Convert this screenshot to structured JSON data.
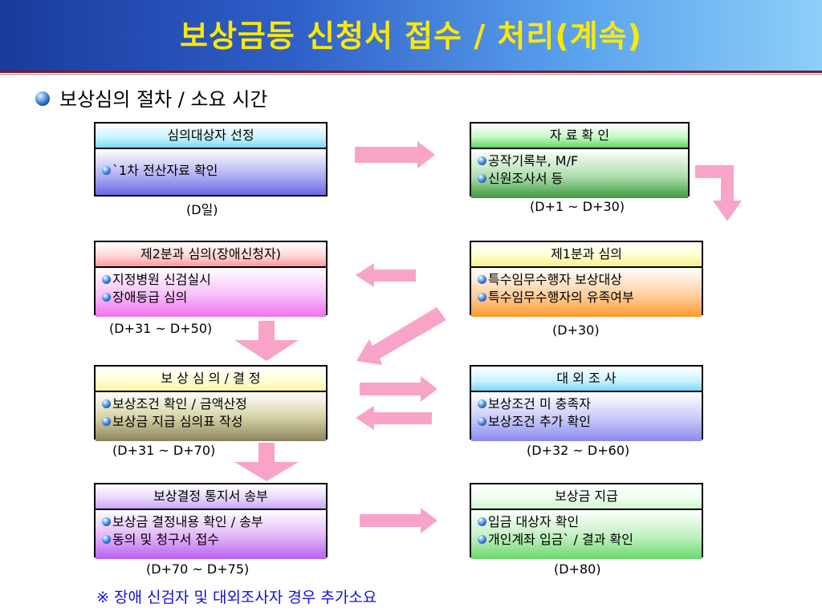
{
  "title": "보상금등 신청서 접수 / 처리(계속)",
  "subtitle": "보상심의 절차 / 소요 시간",
  "steps": {
    "select": {
      "header": "심의대상자 선정",
      "lines": [
        "`1차 전산자료 확인"
      ],
      "period": "(D일)"
    },
    "confirm": {
      "header": "자  료  확  인",
      "lines": [
        "공작기록부, M/F",
        "신원조사서 등"
      ],
      "period": "(D+1 ~ D+30)"
    },
    "second": {
      "header": "제2분과 심의(장애신청자)",
      "lines": [
        "지정병원 신검실시",
        "장애등급 심의"
      ],
      "period": "(D+31 ~ D+50)"
    },
    "first": {
      "header": "제1분과 심의",
      "lines": [
        "특수임무수행자 보상대상",
        "특수임무수행자의 유족여부"
      ],
      "period": "(D+30)"
    },
    "review": {
      "header": "보 상 심 의 / 결 정",
      "lines": [
        "보상조건 확인 / 금액산정",
        "보상금 지급 심의표 작성"
      ],
      "period": "(D+31 ~ D+70)"
    },
    "external": {
      "header": "대   외   조   사",
      "lines": [
        "보상조건 미 충족자",
        "보상조건 추가 확인"
      ],
      "period": "(D+32 ~ D+60)"
    },
    "notice": {
      "header": "보상결정 통지서 송부",
      "lines": [
        "보상금 결정내용 확인 / 송부",
        "동의 및 청구서 접수"
      ],
      "period": "(D+70 ~ D+75)"
    },
    "payment": {
      "header": "보상금 지급",
      "lines": [
        "입금 대상자 확인",
        "개인계좌 입금` / 결과 확인"
      ],
      "period": "(D+80)"
    }
  },
  "note": "※ 장애 신검자 및 대외조사자 경우 추가소요",
  "colors": {
    "title_text": "#ffe800",
    "arrow": "#f8a4c8",
    "note_text": "#1212d8"
  }
}
